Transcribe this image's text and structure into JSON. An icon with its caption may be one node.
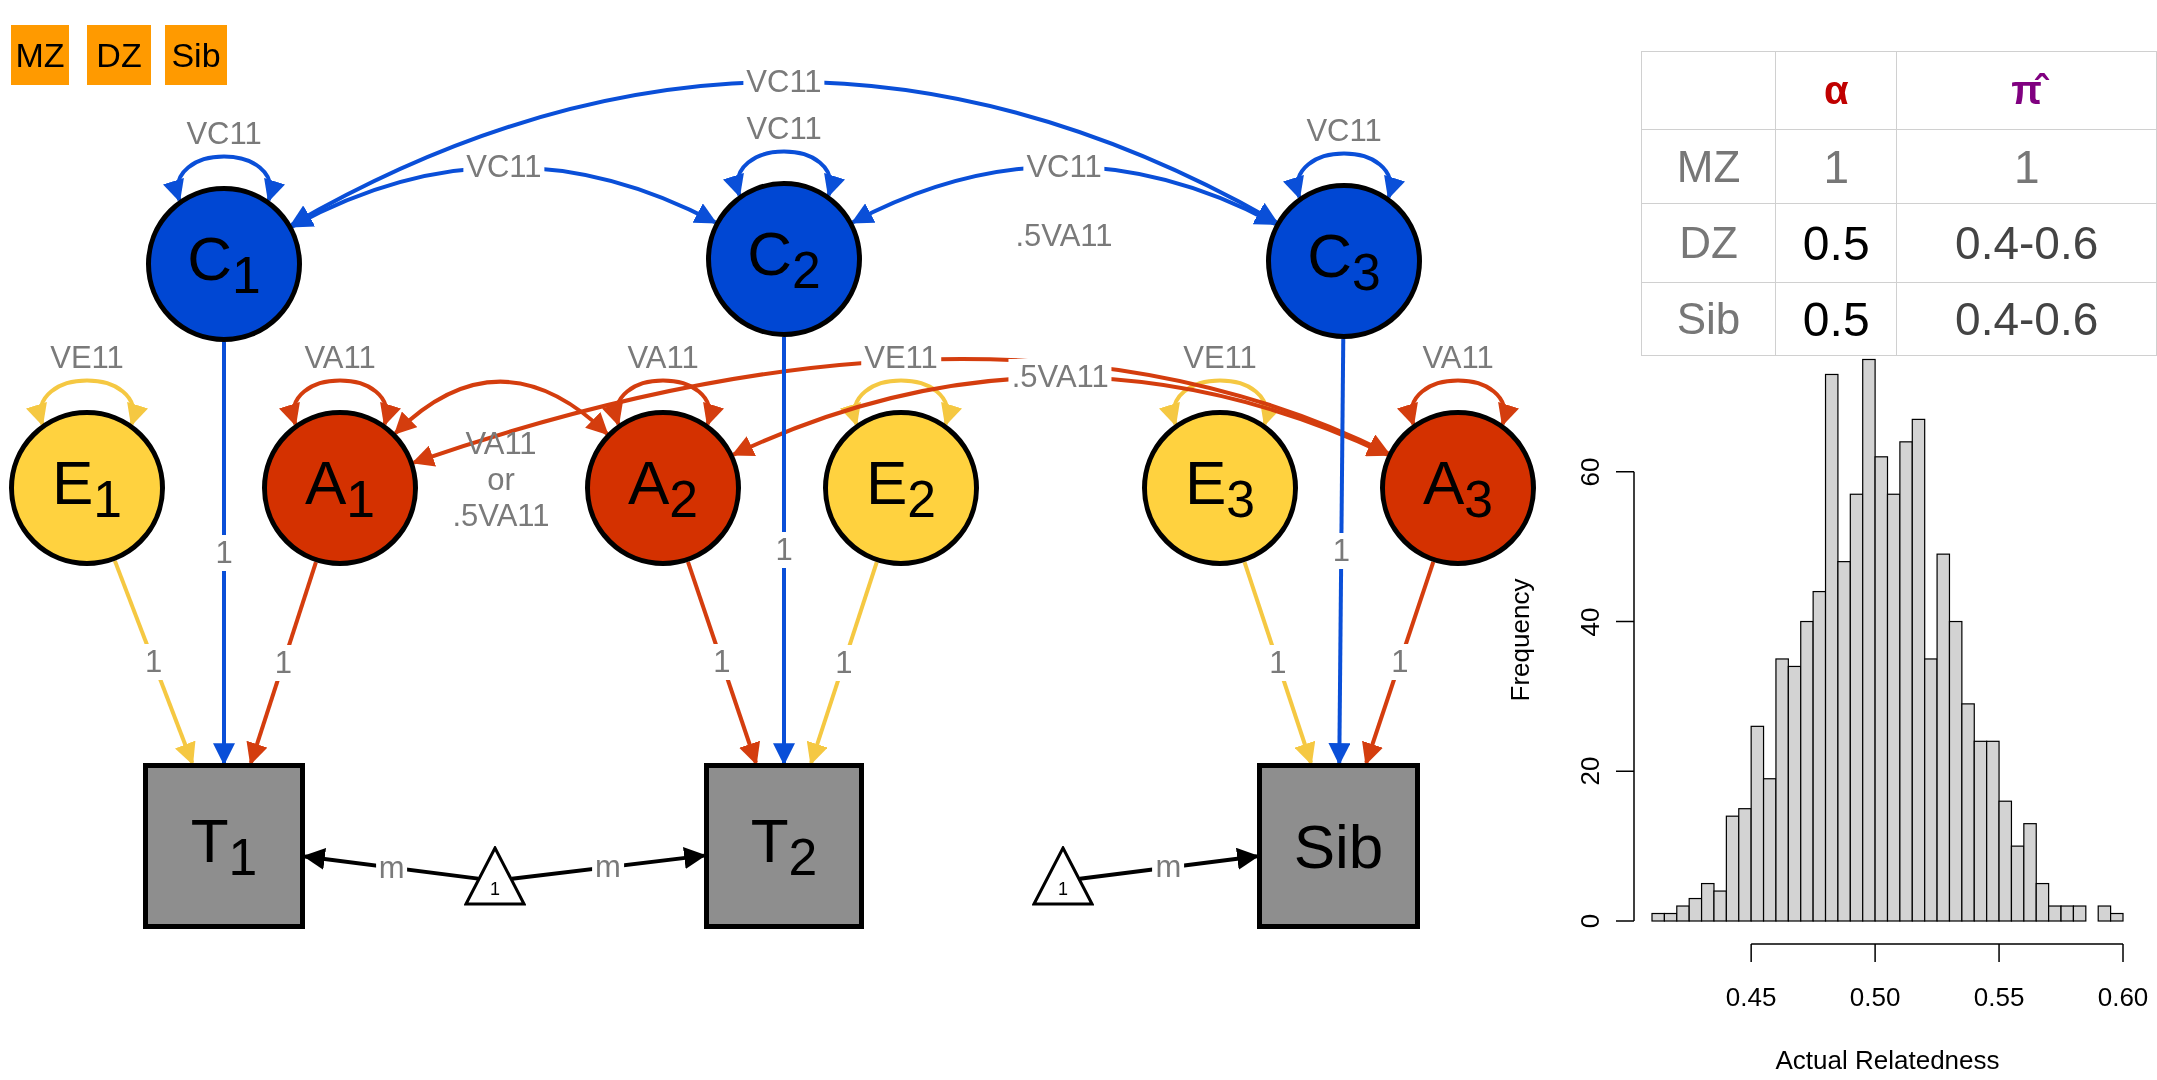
{
  "diagram": {
    "nodes": [
      {
        "text": [
          "MZ"
        ]
      },
      {
        "text": [
          "DZ"
        ]
      },
      {
        "text": [
          "Sib"
        ]
      },
      {
        "text": [
          "C$_{1}$"
        ]
      },
      {
        "text": [
          "C$_{2}$"
        ]
      },
      {
        "text": [
          "C$_{3}$"
        ]
      },
      {
        "text": [
          "E$_{1}$"
        ]
      },
      {
        "text": [
          "A$_{1}$"
        ]
      },
      {
        "text": [
          "A$_{2}$"
        ]
      },
      {
        "text": [
          "E$_{2}$"
        ]
      },
      {
        "text": [
          "E$_{3}$"
        ]
      },
      {
        "text": [
          "A$_{3}$"
        ]
      },
      {
        "text": [
          "T$_{1}$"
        ]
      },
      {
        "text": [
          "T$_{2}$"
        ]
      },
      {
        "text": [
          "Sib"
        ]
      },
      {
        "text": [
          "1"
        ]
      },
      {
        "text": [
          "1"
        ]
      }
    ],
    "edges": [
      {
        "from": 3,
        "to": 3,
        "arrow": "both",
        "label": "VC11",
        "color": "#0a4fd8"
      },
      {
        "from": 4,
        "to": 4,
        "arrow": "both",
        "label": "VC11",
        "color": "#0a4fd8"
      },
      {
        "from": 5,
        "to": 5,
        "arrow": "both",
        "label": "VC11",
        "color": "#0a4fd8"
      },
      {
        "from": 3,
        "to": 4,
        "arrow": "both",
        "label": "VC11",
        "color": "#0a4fd8"
      },
      {
        "from": 3,
        "to": 5,
        "arrow": "both",
        "label": "VC11",
        "color": "#0a4fd8"
      },
      {
        "from": 4,
        "to": 5,
        "arrow": "both",
        "label": "VC11",
        "color": "#0a4fd8"
      },
      {
        "from": 6,
        "to": 6,
        "arrow": "both",
        "label": "VE11",
        "color": "#f5c842"
      },
      {
        "from": 7,
        "to": 7,
        "arrow": "both",
        "label": "VA11",
        "color": "#d43d0e"
      },
      {
        "from": 8,
        "to": 8,
        "arrow": "both",
        "label": "VA11",
        "color": "#d43d0e"
      },
      {
        "from": 9,
        "to": 9,
        "arrow": "both",
        "label": "VE11",
        "color": "#f5c842"
      },
      {
        "from": 10,
        "to": 10,
        "arrow": "both",
        "label": "VE11",
        "color": "#f5c842"
      },
      {
        "from": 11,
        "to": 11,
        "arrow": "both",
        "label": "VA11",
        "color": "#d43d0e"
      },
      {
        "from": 7,
        "to": 8,
        "arrow": "both",
        "label": "VA11 or .5VA11",
        "color": "#d43d0e"
      },
      {
        "from": 7,
        "to": 11,
        "arrow": "both",
        "label": ".5VA11",
        "color": "#d43d0e"
      },
      {
        "from": 8,
        "to": 11,
        "arrow": "both",
        "label": ".5VA11",
        "color": "#d43d0e"
      },
      {
        "from": 3,
        "to": 12,
        "arrow": "to",
        "label": "1",
        "color": "#0a4fd8"
      },
      {
        "from": 6,
        "to": 12,
        "arrow": "to",
        "label": "1",
        "color": "#f5c842"
      },
      {
        "from": 7,
        "to": 12,
        "arrow": "to",
        "label": "1",
        "color": "#d43d0e"
      },
      {
        "from": 8,
        "to": 13,
        "arrow": "to",
        "label": "1",
        "color": "#d43d0e"
      },
      {
        "from": 4,
        "to": 13,
        "arrow": "to",
        "label": "1",
        "color": "#0a4fd8"
      },
      {
        "from": 9,
        "to": 13,
        "arrow": "to",
        "label": "1",
        "color": "#f5c842"
      },
      {
        "from": 10,
        "to": 14,
        "arrow": "to",
        "label": "1",
        "color": "#f5c842"
      },
      {
        "from": 5,
        "to": 14,
        "arrow": "to",
        "label": "1",
        "color": "#0a4fd8"
      },
      {
        "from": 11,
        "to": 14,
        "arrow": "to",
        "label": "1",
        "color": "#d43d0e"
      },
      {
        "from": 15,
        "to": 12,
        "arrow": "to",
        "label": "m",
        "color": "#000000"
      },
      {
        "from": 15,
        "to": 13,
        "arrow": "to",
        "label": "m",
        "color": "#000000"
      },
      {
        "from": 16,
        "to": 14,
        "arrow": "to",
        "label": "m",
        "color": "#000000"
      }
    ],
    "labels": [
      "α",
      "π̂",
      "MZ",
      "1",
      "1",
      "DZ",
      "0.5",
      "0.4-0.6",
      "Sib",
      "0.5",
      "0.4-0.6"
    ],
    "chart_data": {
      "type": "bar",
      "xlabel": "Actual Relatedness",
      "ylabel": "Frequency",
      "x": [
        0.41,
        0.415,
        0.42,
        0.425,
        0.43,
        0.435,
        0.44,
        0.445,
        0.45,
        0.455,
        0.46,
        0.465,
        0.47,
        0.475,
        0.48,
        0.485,
        0.49,
        0.495,
        0.5,
        0.505,
        0.51,
        0.515,
        0.52,
        0.525,
        0.53,
        0.535,
        0.54,
        0.545,
        0.55,
        0.555,
        0.56,
        0.565,
        0.57,
        0.575,
        0.58,
        0.585,
        0.59,
        0.595
      ],
      "values": [
        1,
        1,
        2,
        3,
        5,
        4,
        14,
        15,
        26,
        19,
        35,
        34,
        40,
        44,
        73,
        48,
        57,
        75,
        62,
        57,
        64,
        67,
        35,
        49,
        40,
        29,
        24,
        24,
        16,
        10,
        13,
        5,
        2,
        2,
        2,
        0,
        2,
        1
      ],
      "xlim": [
        0.41,
        0.6
      ],
      "xticks": [
        0.45,
        {
          "value": 0.5,
          "label": "0.50"
        },
        0.55,
        {
          "value": 0.6,
          "label": "0.60"
        }
      ],
      "ylim": [
        0,
        76
      ],
      "yticks": [
        0,
        20,
        40,
        60
      ]
    }
  }
}
